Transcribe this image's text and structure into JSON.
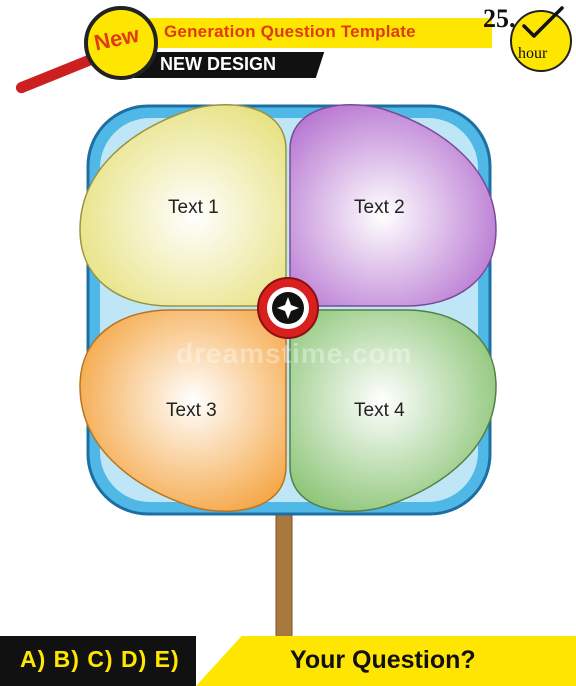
{
  "header": {
    "badge_label": "New",
    "title": "Generation Question Template",
    "subtitle": "NEW DESIGN",
    "timer_value": "25.",
    "timer_unit": "hour"
  },
  "diagram": {
    "petals": [
      {
        "label": "Text 1",
        "color": "#e6e07a"
      },
      {
        "label": "Text 2",
        "color": "#b36fcf"
      },
      {
        "label": "Text 3",
        "color": "#f4a13a"
      },
      {
        "label": "Text 4",
        "color": "#86c270"
      }
    ],
    "watermark": "dreamstime.com",
    "background_color": "#4fb8e6",
    "center_color": "#d8201e"
  },
  "footer": {
    "answers": "A) B) C) D) E)",
    "question": "Your Question?"
  },
  "colors": {
    "accent_yellow": "#ffe600",
    "accent_red": "#e03a12",
    "dark": "#111111"
  }
}
